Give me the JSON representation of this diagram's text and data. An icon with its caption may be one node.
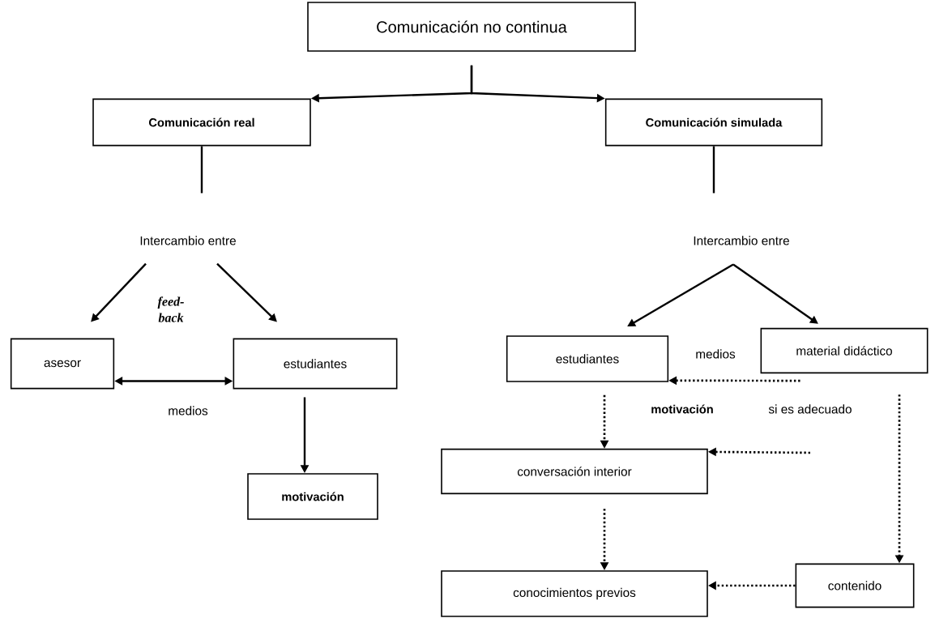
{
  "diagram": {
    "nodes": [
      {
        "text": [
          "Comunicación no continua"
        ]
      },
      {
        "text": [
          "Comunicación real"
        ]
      },
      {
        "text": [
          "Comunicación simulada"
        ]
      },
      {
        "text": [
          "Intercambio entre"
        ]
      },
      {
        "text": [
          "Intercambio entre"
        ]
      },
      {
        "text": [
          "asesor"
        ]
      },
      {
        "text": [
          "estudiantes"
        ]
      },
      {
        "text": [
          "motivación"
        ]
      },
      {
        "text": [
          "estudiantes"
        ]
      },
      {
        "text": [
          "material didáctico"
        ]
      },
      {
        "text": [
          "conversación interior"
        ]
      },
      {
        "text": [
          "conocimientos previos"
        ]
      },
      {
        "text": [
          "contenido"
        ]
      }
    ],
    "edges": [
      {
        "from": 0,
        "to": 1,
        "arrow": "to"
      },
      {
        "from": 0,
        "to": 2,
        "arrow": "to"
      },
      {
        "from": 1,
        "to": 3,
        "arrow": "none"
      },
      {
        "from": 2,
        "to": 4,
        "arrow": "none"
      },
      {
        "from": 3,
        "to": 5,
        "arrow": "to"
      },
      {
        "from": 3,
        "to": 6,
        "arrow": "to"
      },
      {
        "from": 4,
        "to": 8,
        "arrow": "to"
      },
      {
        "from": 4,
        "to": 9,
        "arrow": "to"
      },
      {
        "from": 5,
        "to": 6,
        "arrow": "both",
        "label": "medios"
      },
      {
        "from": 6,
        "to": 7,
        "arrow": "to"
      },
      {
        "from": 9,
        "to": 8,
        "arrow": "to",
        "style": "dashed",
        "label": "medios"
      },
      {
        "from": 8,
        "to": 10,
        "arrow": "to",
        "style": "dashed",
        "label": "motivación"
      },
      {
        "from": null,
        "to": 10,
        "arrow": "to",
        "style": "dashed"
      },
      {
        "from": 9,
        "to": 12,
        "arrow": "to",
        "style": "dashed"
      },
      {
        "from": 10,
        "to": 11,
        "arrow": "to",
        "style": "dashed"
      },
      {
        "from": 12,
        "to": 11,
        "arrow": "to",
        "style": "dashed"
      }
    ],
    "labels": [
      "feed-back",
      "si es adecuado"
    ]
  }
}
